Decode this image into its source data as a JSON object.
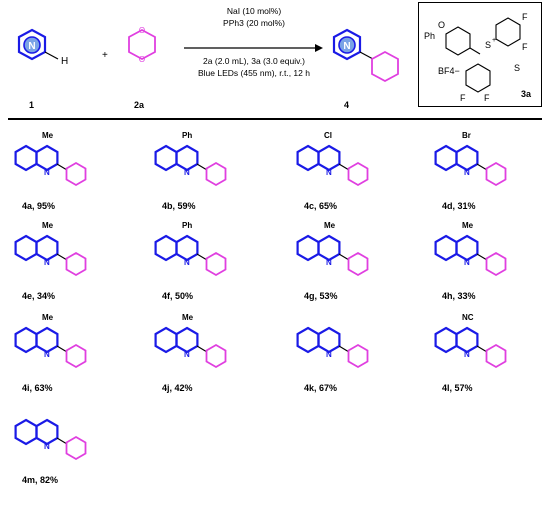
{
  "scheme": {
    "reactant_1_label": "1",
    "reactant_2_label": "2a",
    "product_label": "4",
    "plus_sign": "+",
    "reactant_1_atoms": {
      "n": "N",
      "h": "H"
    },
    "product_atoms": {
      "n": "N"
    },
    "conditions": {
      "line1": "NaI (10 mol%)",
      "line2": "PPh3 (20 mol%)",
      "line3": "2a (2.0 mL), 3a (3.0 equiv.)",
      "line4": "Blue LEDs (455 nm), r.t., 12 h"
    }
  },
  "catalyst": {
    "label": "3a",
    "atoms": {
      "o": "O",
      "ph": "Ph",
      "s_plus": "S",
      "plus": "+",
      "s": "S",
      "f1": "F",
      "f2": "F",
      "f3": "F",
      "f4": "F"
    },
    "counterion": "BF4−"
  },
  "products": [
    {
      "id": "4a",
      "yield": "95%",
      "label": "4a, 95%",
      "substituent": "Me"
    },
    {
      "id": "4b",
      "yield": "59%",
      "label": "4b, 59%",
      "substituent": "Ph"
    },
    {
      "id": "4c",
      "yield": "65%",
      "label": "4c, 65%",
      "substituent": "Cl"
    },
    {
      "id": "4d",
      "yield": "31%",
      "label": "4d, 31%",
      "substituent": "Br"
    },
    {
      "id": "4e",
      "yield": "34%",
      "label": "4e, 34%",
      "substituent": "Me"
    },
    {
      "id": "4f",
      "yield": "50%",
      "label": "4f, 50%",
      "substituent": "Ph"
    },
    {
      "id": "4g",
      "yield": "53%",
      "label": "4g, 53%",
      "substituent": "Me"
    },
    {
      "id": "4h",
      "yield": "33%",
      "label": "4h, 33%",
      "substituent": "Me"
    },
    {
      "id": "4i",
      "yield": "63%",
      "label": "4i, 63%",
      "substituent": "Me"
    },
    {
      "id": "4j",
      "yield": "42%",
      "label": "4j, 42%",
      "substituent": "Me"
    },
    {
      "id": "4k",
      "yield": "67%",
      "label": "4k, 67%",
      "substituent": ""
    },
    {
      "id": "4l",
      "yield": "57%",
      "label": "4l, 57%",
      "substituent": "NC"
    },
    {
      "id": "4m",
      "yield": "82%",
      "label": "4m, 82%",
      "substituent": ""
    }
  ],
  "colors": {
    "heteroarene": "#1a1ae6",
    "dioxane": "#e03fe0",
    "text": "#000000"
  }
}
